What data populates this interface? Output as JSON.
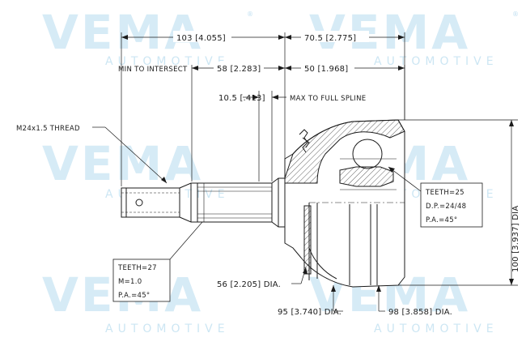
{
  "dimensions": {
    "overall_left": "103 [4.055]",
    "overall_right": "70.5 [2.775]",
    "min_to_intersect_label": "MIN TO INTERSECT",
    "intersect_value": "58 [2.283]",
    "right_50": "50 [1.968]",
    "spline_value": "10.5 [.413]",
    "max_spline_label": "MAX TO FULL SPLINE",
    "thread_label": "M24x1.5 THREAD",
    "dia_56": "56 [2.205] DIA.",
    "dia_95": "95 [3.740] DIA.",
    "dia_98": "98 [3.858] DIA.",
    "dia_100": "100 [3.937] DIA"
  },
  "spec_left": {
    "teeth": "TEETH=27",
    "module": "M=1.0",
    "pressure_angle": "P.A.=45°"
  },
  "spec_right": {
    "teeth": "TEETH=25",
    "dp": "D.P.=24/48",
    "pressure_angle": "P.A.=45°"
  },
  "watermark": {
    "brand": "VEMA",
    "tagline": "AUTOMOTIVE",
    "registered": "®"
  },
  "colors": {
    "line": "#1b1b1b",
    "watermark": "#6fb8df"
  }
}
